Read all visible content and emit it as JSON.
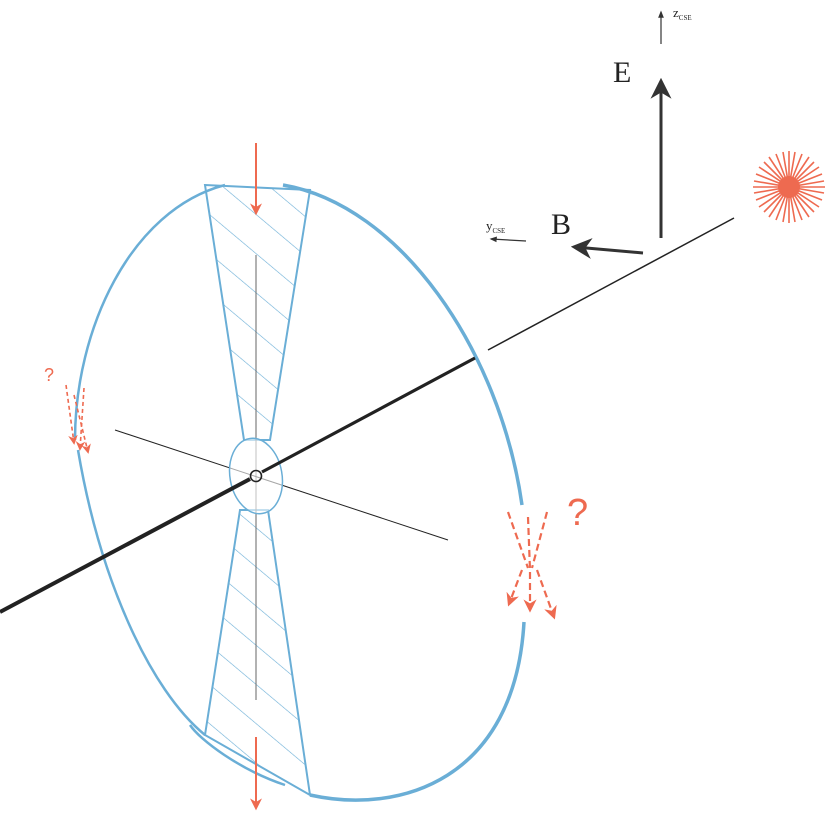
{
  "labels": {
    "e_field": "E",
    "b_field": "B",
    "z_axis_main": "z",
    "z_axis_sub": "CSE",
    "y_axis_main": "y",
    "y_axis_sub": "CSE",
    "question_left": "?",
    "question_right": "?"
  },
  "colors": {
    "field_line": "#6aaed6",
    "flow": "#ee6a50",
    "axis": "#222222",
    "sun": "#ee6a50"
  },
  "icons": {
    "sun": "sun-icon"
  }
}
